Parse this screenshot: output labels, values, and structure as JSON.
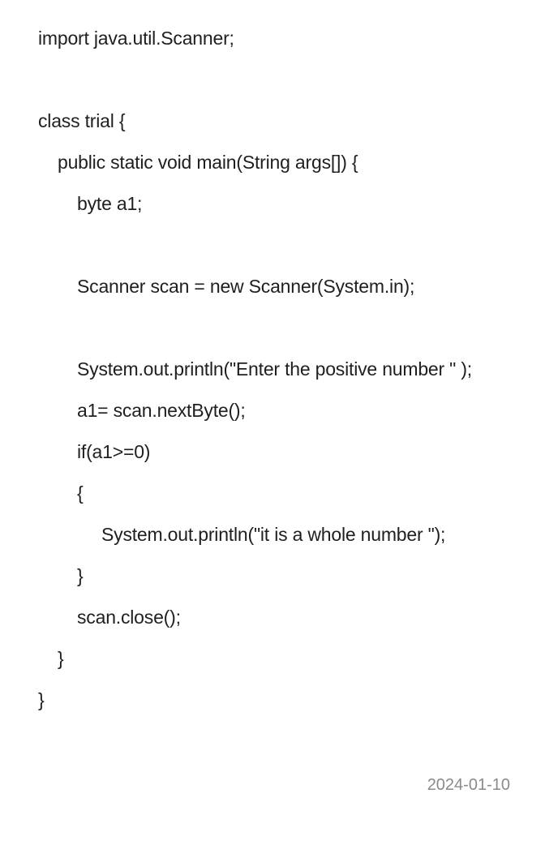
{
  "note": {
    "lines": [
      {
        "text": "import java.util.Scanner;",
        "indent": 0
      },
      {
        "text": "",
        "indent": 0
      },
      {
        "text": "class trial {",
        "indent": 0
      },
      {
        "text": "public static void main(String args[]) {",
        "indent": 1
      },
      {
        "text": "byte a1;",
        "indent": 2
      },
      {
        "text": "",
        "indent": 0
      },
      {
        "text": "Scanner scan = new Scanner(System.in);",
        "indent": 2
      },
      {
        "text": "",
        "indent": 0
      },
      {
        "text": "System.out.println(\"Enter the positive number \" );",
        "indent": 2
      },
      {
        "text": "a1= scan.nextByte();",
        "indent": 2
      },
      {
        "text": "if(a1>=0)",
        "indent": 2
      },
      {
        "text": "{",
        "indent": 2
      },
      {
        "text": "System.out.println(\"it is a whole number \");",
        "indent": 3
      },
      {
        "text": "}",
        "indent": 2
      },
      {
        "text": "scan.close();",
        "indent": 2
      },
      {
        "text": "}",
        "indent": 1
      },
      {
        "text": "}",
        "indent": 0
      }
    ],
    "date": "2024-01-10"
  }
}
